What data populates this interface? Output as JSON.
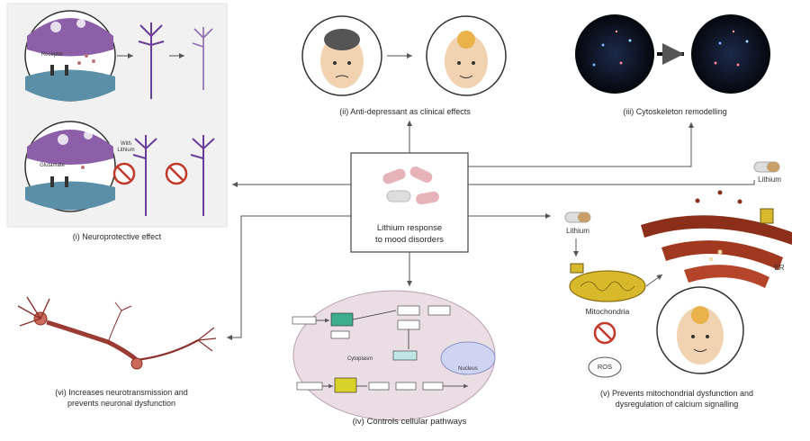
{
  "center": {
    "label_line1": "Lithium response",
    "label_line2": "to mood disorders"
  },
  "panels": {
    "neuroprotective": {
      "caption": "(i) Neuroprotective effect",
      "receptor_top": "Receptor",
      "receptor_bottom": "Glutamate",
      "with_lithium": "With Lithium"
    },
    "antidepressant": {
      "caption": "(ii) Anti-depressant as clinical effects"
    },
    "cytoskeleton": {
      "caption": "(iii) Cytoskeleton remodelling"
    },
    "mitochondria": {
      "caption_line1": "(v) Prevents mitochondrial dysfunction and",
      "caption_line2": "dysregulation of calcium signalling",
      "lithium_left": "Lithium",
      "lithium_right": "Lithium",
      "mito_label": "Mitochondria",
      "ros_label": "ROS",
      "er_label": "ER"
    },
    "pathways": {
      "caption": "(iv) Controls cellular pathways",
      "cytoplasm": "Cytoplasm",
      "nucleus": "Nucleus"
    },
    "neurotransmission": {
      "caption_line1": "(vi) Increases neurotransmission and",
      "caption_line2": "prevents neuronal dysfunction"
    }
  },
  "colors": {
    "line": "#555555",
    "neuron_purple": "#6a3d9a",
    "panel_bg": "#f1f1f1",
    "membrane_blue": "#5b8fa8",
    "mito_yellow": "#d9b92c",
    "er_brown": "#8b2f1a",
    "neuron_red": "#8a2f2a",
    "pill_pink": "#e6b3b8",
    "cell_pink": "#eadde4"
  }
}
